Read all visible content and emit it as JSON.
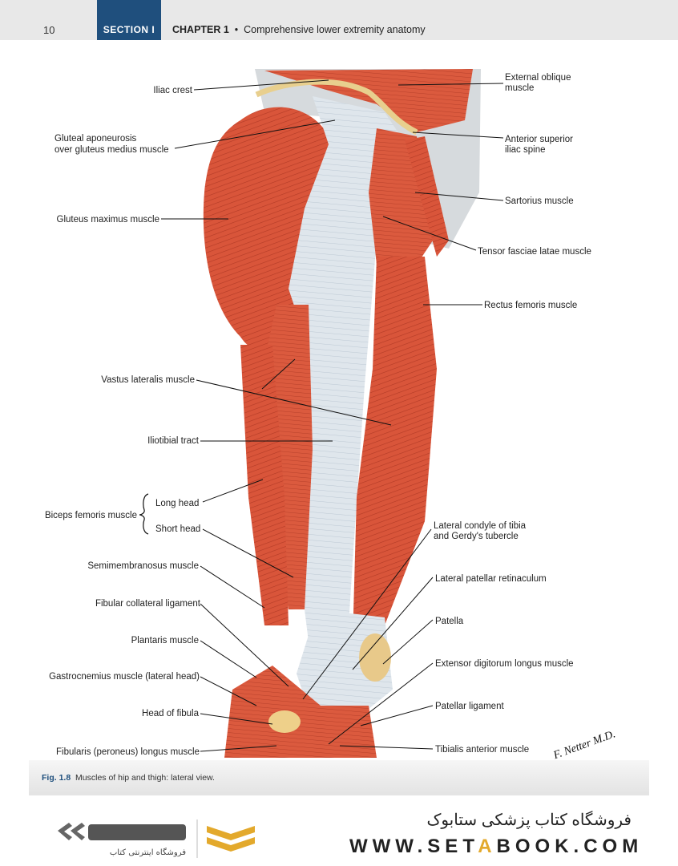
{
  "header": {
    "page_number": "10",
    "section_label": "SECTION I",
    "chapter_label": "CHAPTER 1",
    "bullet": "•",
    "chapter_title": "Comprehensive lower extremity anatomy"
  },
  "figure": {
    "labels_left": {
      "iliac_crest": "Iliac crest",
      "gluteal_aponeurosis_1": "Gluteal aponeurosis",
      "gluteal_aponeurosis_2": "over gluteus medius muscle",
      "gluteus_maximus": "Gluteus maximus muscle",
      "vastus_lateralis": "Vastus lateralis muscle",
      "iliotibial_tract": "Iliotibial tract",
      "biceps_femoris": "Biceps femoris muscle",
      "long_head": "Long head",
      "short_head": "Short head",
      "semimembranosus": "Semimembranosus muscle",
      "fibular_collateral": "Fibular collateral ligament",
      "plantaris": "Plantaris muscle",
      "gastrocnemius": "Gastrocnemius muscle (lateral head)",
      "head_of_fibula": "Head of fibula",
      "fibularis_longus": "Fibularis (peroneus) longus muscle"
    },
    "labels_right": {
      "external_oblique_1": "External oblique",
      "external_oblique_2": "muscle",
      "asis_1": "Anterior superior",
      "asis_2": "iliac spine",
      "sartorius": "Sartorius muscle",
      "tensor_fasciae": "Tensor fasciae latae muscle",
      "rectus_femoris": "Rectus femoris muscle",
      "lateral_condyle_1": "Lateral condyle of tibia",
      "lateral_condyle_2": "and Gerdy's tubercle",
      "lateral_patellar": "Lateral patellar retinaculum",
      "patella": "Patella",
      "extensor_digitorum": "Extensor digitorum longus muscle",
      "patellar_ligament": "Patellar ligament",
      "tibialis_anterior": "Tibialis anterior muscle"
    },
    "signature": "F. Netter M.D."
  },
  "caption": {
    "fig_number": "Fig. 1.8",
    "text": "Muscles of hip and thigh: lateral view."
  },
  "watermark": {
    "store_name": "فروشگاه کتاب پزشکی ستابوک",
    "url_prefix": "WWW.SET",
    "url_accent": "A",
    "url_suffix": "BOOK.COM",
    "logo_subtitle": "فروشگاه اینترنتی کتاب"
  },
  "colors": {
    "muscle": "#d9553a",
    "tendon": "#dfe6ec",
    "header_bg": "#e8e8e8",
    "section_blue": "#1f4f7d",
    "accent_gold": "#e3a92c"
  }
}
